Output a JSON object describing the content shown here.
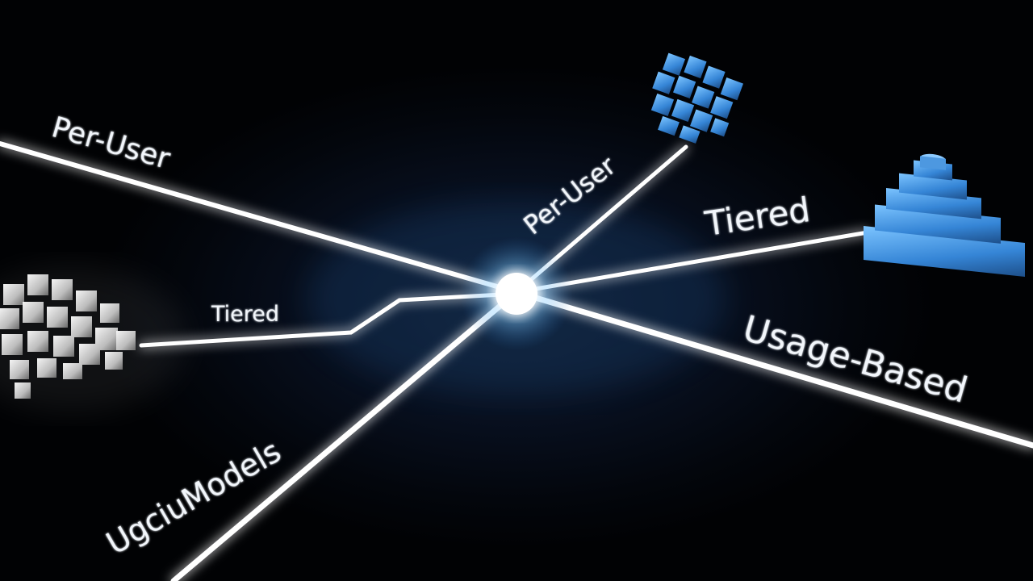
{
  "labels": {
    "per_user_left": "Per-User",
    "per_user_right": "Per-User",
    "tiered_right": "Tiered",
    "tiered_left": "Tiered",
    "usage_based": "Usage-Based",
    "garbled_models": "UgciuModels"
  },
  "colors": {
    "background": "#03060c",
    "beam": "#ffffff",
    "beam_glow": "#6ec6ff",
    "blue_blocks": "#3a8fe0",
    "white_blocks": "#d8d8d8",
    "text": "#f2f6fb"
  },
  "icons": {
    "blue_cube_cluster": "blue-cube-cluster-icon",
    "blue_stepped_pyramid": "blue-stepped-pyramid-icon",
    "white_cube_cluster": "white-cube-cluster-icon",
    "central_light": "light-burst-icon"
  }
}
